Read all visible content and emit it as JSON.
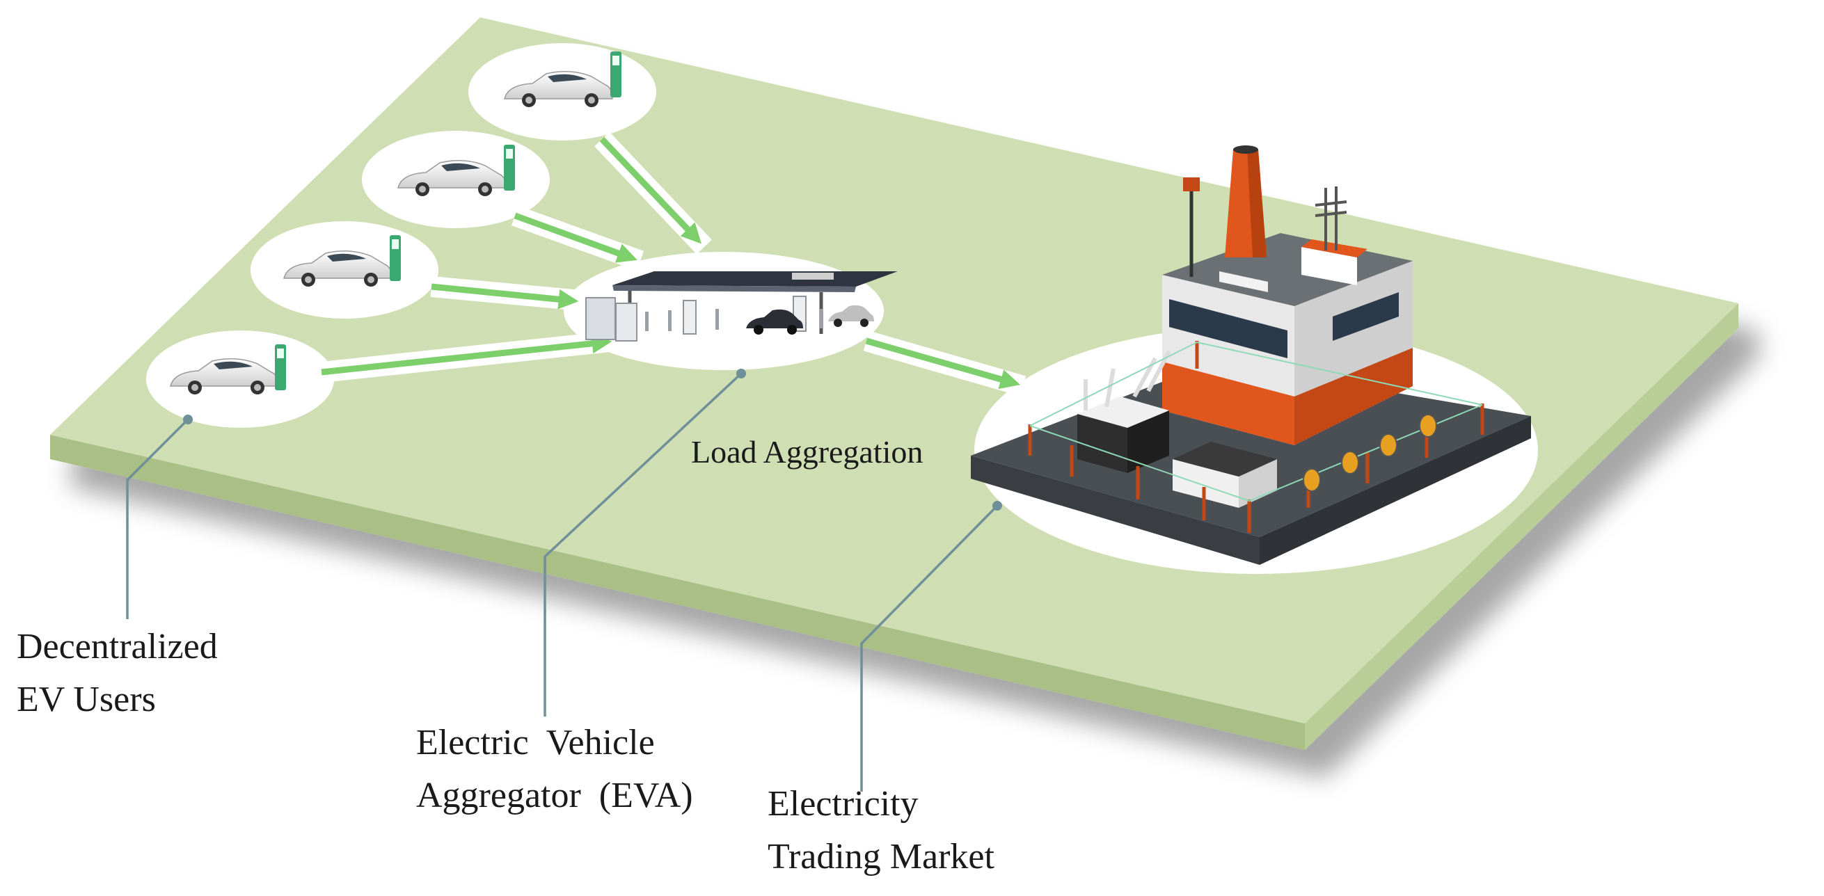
{
  "labels": {
    "users": [
      "Decentralized",
      "EV Users"
    ],
    "eva": [
      "Electric  Vehicle",
      "Aggregator  (EVA)"
    ],
    "market": [
      "Electricity",
      "Trading Market"
    ],
    "load": "Load Aggregation"
  },
  "nodes": [
    {
      "id": "ev-user-1",
      "kind": "ev-user"
    },
    {
      "id": "ev-user-2",
      "kind": "ev-user"
    },
    {
      "id": "ev-user-3",
      "kind": "ev-user"
    },
    {
      "id": "ev-user-4",
      "kind": "ev-user"
    },
    {
      "id": "eva",
      "kind": "charging-station"
    },
    {
      "id": "market",
      "kind": "power-plant"
    }
  ],
  "edges": [
    {
      "from": "ev-user-1",
      "to": "eva"
    },
    {
      "from": "ev-user-2",
      "to": "eva"
    },
    {
      "from": "ev-user-3",
      "to": "eva"
    },
    {
      "from": "ev-user-4",
      "to": "eva"
    },
    {
      "from": "eva",
      "to": "market",
      "label_ref": "labels.load"
    }
  ],
  "colors": {
    "platform_top": "#cfdfb3",
    "platform_front": "#a9bf86",
    "platform_side": "#b9cd97",
    "arrow": "#7ccf6a",
    "leader_line": "#6f8f99",
    "bubble": "#ffffff",
    "charger": "#3aa870",
    "car": "#f2f2f2",
    "plant_orange": "#e0561d",
    "plant_body": "#e6e6e6",
    "plant_base": "#555b60",
    "text": "#1a1a1a"
  }
}
